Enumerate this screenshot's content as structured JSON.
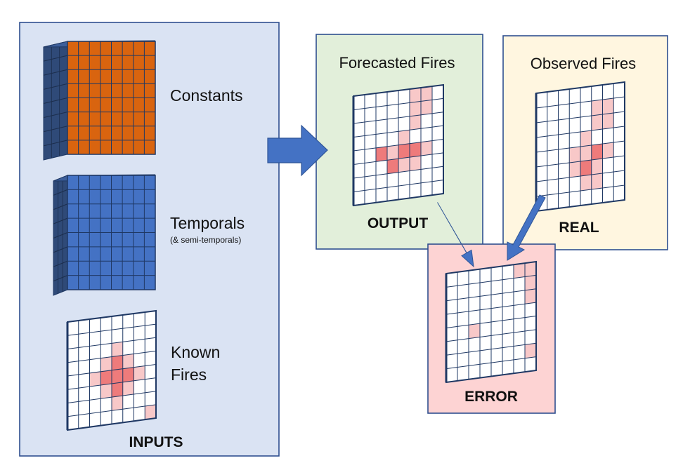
{
  "inputs": {
    "title": "INPUTS",
    "constants_label": "Constants",
    "temporals_label": "Temporals",
    "temporals_sublabel": "(& semi-temporals)",
    "known_fires_label_line1": "Known",
    "known_fires_label_line2": "Fires"
  },
  "forecast": {
    "title": "Forecasted Fires",
    "footer": "OUTPUT"
  },
  "observed": {
    "title": "Observed Fires",
    "footer": "REAL"
  },
  "error": {
    "footer": "ERROR"
  },
  "colors": {
    "inputs_panel": "#dae3f3",
    "forecast_panel": "#e2efda",
    "observed_panel": "#fff6e0",
    "error_panel": "#fdd3d3",
    "panel_border": "#2f4f8f",
    "constants_face": "#d9640f",
    "temporals_face": "#4472c4",
    "cube_side": "#2f4a78",
    "grid_line": "#1f3864",
    "fire_light": "#f8c8c8",
    "fire_dark": "#ee7b7b",
    "arrow_fill": "#4472c4",
    "arrow_stroke": "#2f5597"
  },
  "grids": {
    "known_fires": {
      "light": [
        [
          2,
          4
        ],
        [
          3,
          3
        ],
        [
          3,
          5
        ],
        [
          4,
          2
        ],
        [
          4,
          6
        ],
        [
          5,
          3
        ],
        [
          5,
          5
        ],
        [
          6,
          4
        ],
        [
          7,
          7
        ]
      ],
      "dark": [
        [
          3,
          4
        ],
        [
          4,
          4
        ],
        [
          5,
          4
        ],
        [
          4,
          3
        ],
        [
          4,
          5
        ]
      ]
    },
    "forecast": {
      "light": [
        [
          0,
          5
        ],
        [
          0,
          6
        ],
        [
          1,
          5
        ],
        [
          1,
          6
        ],
        [
          2,
          5
        ],
        [
          3,
          4
        ],
        [
          4,
          3
        ],
        [
          4,
          6
        ],
        [
          5,
          4
        ],
        [
          5,
          5
        ]
      ],
      "dark": [
        [
          4,
          2
        ],
        [
          4,
          4
        ],
        [
          4,
          5
        ],
        [
          5,
          3
        ]
      ]
    },
    "observed": {
      "light": [
        [
          1,
          5
        ],
        [
          1,
          6
        ],
        [
          2,
          5
        ],
        [
          2,
          6
        ],
        [
          3,
          4
        ],
        [
          4,
          3
        ],
        [
          4,
          4
        ],
        [
          4,
          6
        ],
        [
          5,
          3
        ],
        [
          5,
          5
        ],
        [
          6,
          4
        ],
        [
          6,
          5
        ]
      ],
      "dark": [
        [
          4,
          5
        ],
        [
          5,
          4
        ]
      ]
    },
    "error": {
      "light": [
        [
          0,
          6
        ],
        [
          0,
          7
        ],
        [
          1,
          7
        ],
        [
          2,
          7
        ],
        [
          4,
          2
        ],
        [
          6,
          7
        ]
      ],
      "dark": []
    }
  }
}
